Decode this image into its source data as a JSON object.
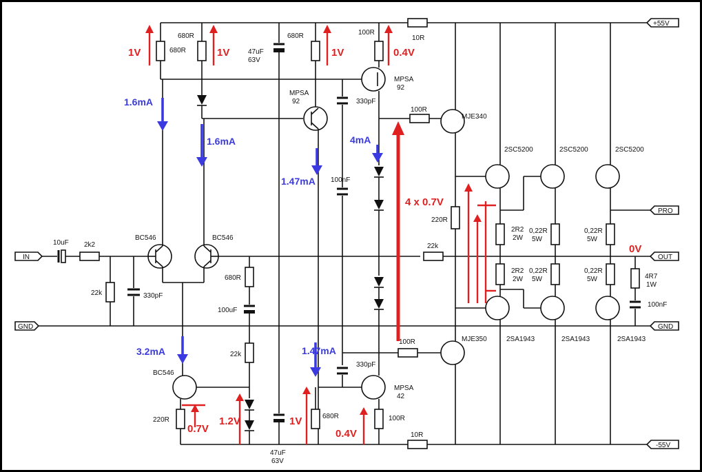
{
  "rails": {
    "pos": "+55V",
    "neg": "-55V",
    "gnd": "GND",
    "in": "IN",
    "out": "OUT",
    "pro": "PRO"
  },
  "parts": {
    "r680_a": "680R",
    "r680_b": "680R",
    "r680_c": "680R",
    "r680_d": "680R",
    "r680_e": "680R",
    "c47u_top": "47uF",
    "c47u_top_v": "63V",
    "c47u_bot": "47uF",
    "c47u_bot_v": "63V",
    "r100_top": "100R",
    "r100_mid": "100R",
    "r100_bot": "100R",
    "r100_low": "100R",
    "r10_top": "10R",
    "r10_bot": "10R",
    "mpsa92_a": "MPSA",
    "mpsa92_a2": "92",
    "mpsa92_b": "MPSA",
    "mpsa92_b2": "92",
    "mpsa42": "MPSA",
    "mpsa42_2": "42",
    "c330_top": "330pF",
    "c330_in": "330pF",
    "c330_bot": "330pF",
    "c100n": "100nF",
    "c100n_out": "100nF",
    "mje340": "MJE340",
    "mje350": "MJE350",
    "sc5200_1": "2SC5200",
    "sc5200_2": "2SC5200",
    "sc5200_3": "2SC5200",
    "sa1943_1": "2SA1943",
    "sa1943_2": "2SA1943",
    "sa1943_3": "2SA1943",
    "r220": "220R",
    "r220_bot": "220R",
    "r2r2_a": "2R2",
    "r2r2_a_w": "2W",
    "r2r2_b": "2R2",
    "r2r2_b_w": "2W",
    "r022_a": "0,22R",
    "r022_a_w": "5W",
    "r022_b": "0,22R",
    "r022_b_w": "5W",
    "r022_c": "0,22R",
    "r022_c_w": "5W",
    "r022_d": "0,22R",
    "r022_d_w": "5W",
    "r4r7": "4R7",
    "r4r7_w": "1W",
    "c10u": "10uF",
    "r2k2": "2k2",
    "r22k_in": "22k",
    "r22k_fb": "22k",
    "r22k_bot": "22k",
    "c100u": "100uF",
    "bc546_a": "BC546",
    "bc546_b": "BC546",
    "bc546_c": "BC546"
  },
  "annotations": {
    "v_1v_a": "1V",
    "v_1v_b": "1V",
    "v_1v_c": "1V",
    "v_04_top": "0.4V",
    "v_4x07": "4 x 0.7V",
    "v_0v": "0V",
    "v_07": "0.7V",
    "v_12": "1.2V",
    "v_1v_d": "1V",
    "v_04_bot": "0.4V",
    "i_16_a": "1.6mA",
    "i_16_b": "1.6mA",
    "i_147_a": "1.47mA",
    "i_4": "4mA",
    "i_32": "3.2mA",
    "i_147_b": "1.47mA"
  },
  "colors": {
    "voltage": "#e02020",
    "current": "#3a3ae0",
    "wire": "#111111"
  }
}
